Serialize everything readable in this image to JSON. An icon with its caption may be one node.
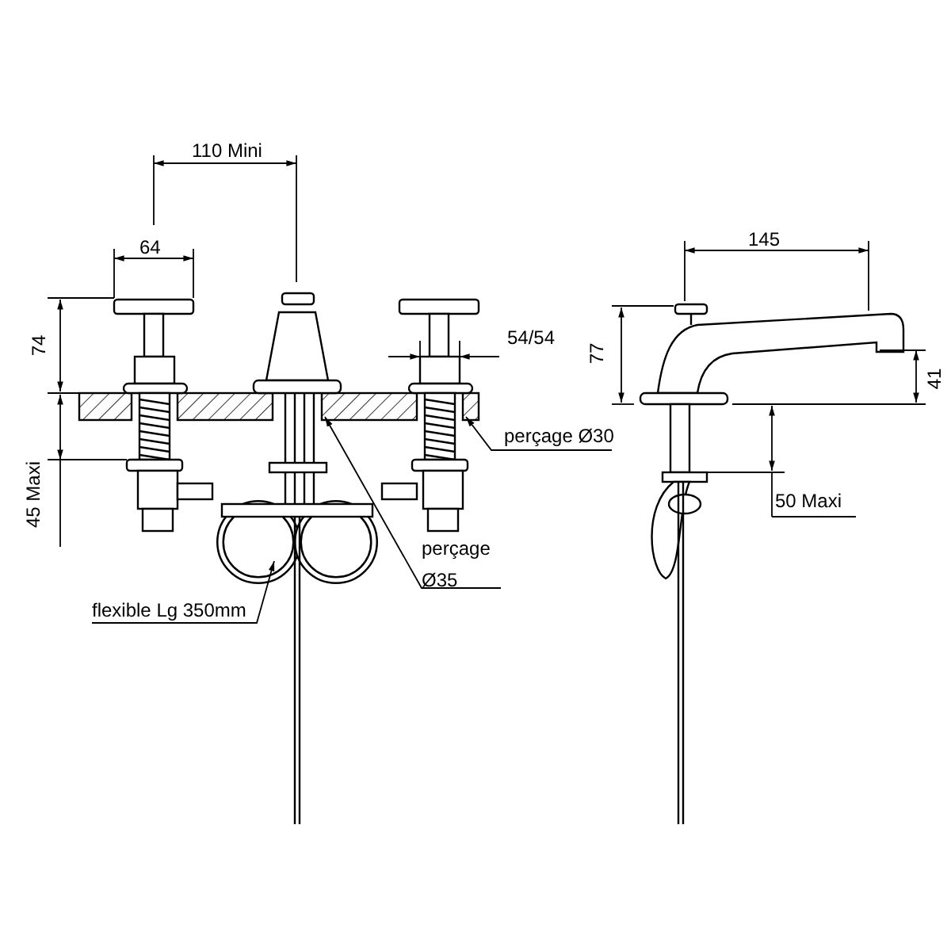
{
  "diagram": {
    "nodes": [
      {
        "text": [
          "perçage Ø30"
        ]
      },
      {
        "text": [
          "perçage Ø35"
        ]
      },
      {
        "text": [
          "flexible Lg 350mm"
        ]
      }
    ],
    "edges": [
      {
        "from": 0,
        "to": null,
        "arrow": "to"
      },
      {
        "from": 1,
        "to": null,
        "arrow": "to"
      },
      {
        "from": 2,
        "to": null,
        "arrow": "to"
      }
    ],
    "labels": [
      "110 Mini",
      "64",
      "74",
      "54/54",
      "45 Maxi",
      "145",
      "77",
      "41",
      "50 Maxi"
    ]
  }
}
